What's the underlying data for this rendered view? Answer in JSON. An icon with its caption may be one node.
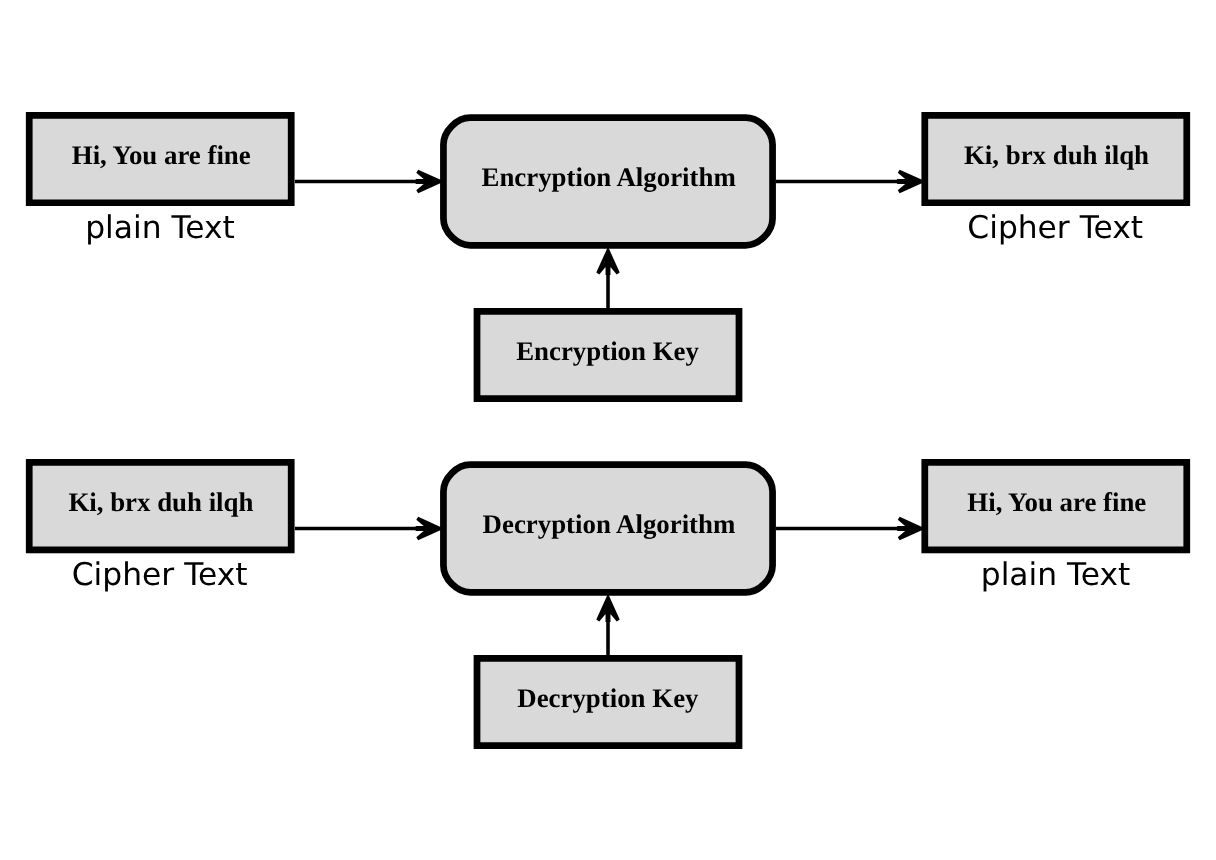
{
  "diagram": {
    "nodes": [
      {
        "text": [
          "Hi, You are fine"
        ],
        "beside": [
          "plain Text"
        ]
      },
      {
        "text": [
          "Encryption Algorithm"
        ]
      },
      {
        "text": [
          "Ki, brx duh ilqh"
        ],
        "beside": [
          "Cipher Text"
        ]
      },
      {
        "text": [
          "Encryption Key"
        ]
      },
      {
        "text": [
          "Ki, brx duh ilqh"
        ],
        "beside": [
          "Cipher Text"
        ]
      },
      {
        "text": [
          "Decryption Algorithm"
        ]
      },
      {
        "text": [
          "Hi, You are fine"
        ],
        "beside": [
          "plain Text"
        ]
      },
      {
        "text": [
          "Decryption Key"
        ]
      }
    ],
    "edges": [
      {
        "from": 0,
        "to": 1,
        "arrow": "to"
      },
      {
        "from": 1,
        "to": 2,
        "arrow": "to"
      },
      {
        "from": 3,
        "to": 1,
        "arrow": "to"
      },
      {
        "from": 4,
        "to": 5,
        "arrow": "to"
      },
      {
        "from": 5,
        "to": 6,
        "arrow": "to"
      },
      {
        "from": 7,
        "to": 5,
        "arrow": "to"
      }
    ]
  }
}
